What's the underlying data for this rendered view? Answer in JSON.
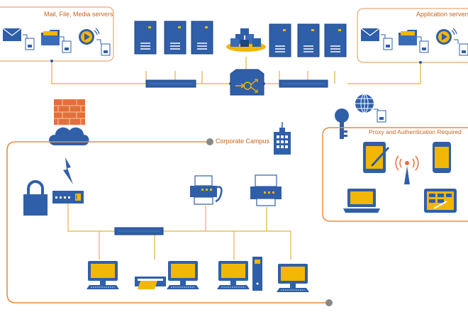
{
  "labels": {
    "mail_file_media": "Mail, File, Media servers",
    "application_servers": "Application servers",
    "corporate_campus": "Corporate Campus",
    "proxy_auth": "Proxy and Authentication Required"
  },
  "colors": {
    "device_blue": "#2f5fa8",
    "device_dark": "#1f4684",
    "accent_yellow": "#f2b705",
    "link_yellow": "#e3b23c",
    "region_orange": "#e9a878",
    "campus_border": "#e98b3f",
    "firewall_brick": "#e2703a",
    "connector_gray": "#888888"
  },
  "icons": [
    "mail-icon",
    "folder-icon",
    "media-play-icon",
    "server-icon",
    "database-cluster-icon",
    "router-icon",
    "switch-icon",
    "firewall-icon",
    "cloud-icon",
    "lightning-icon",
    "lock-icon",
    "modem-icon",
    "building-icon",
    "fax-icon",
    "printer-icon",
    "desktop-computer-icon",
    "globe-icon",
    "key-icon",
    "tablet-icon",
    "wireless-tower-icon",
    "smartphone-icon",
    "laptop-icon",
    "kiosk-icon",
    "document-icon"
  ]
}
